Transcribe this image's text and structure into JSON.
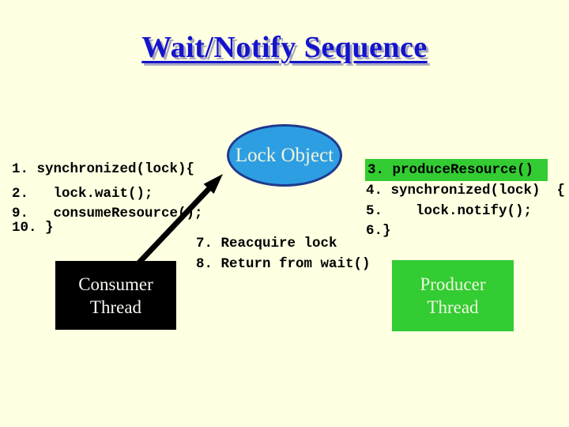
{
  "slide": {
    "title": "Wait/Notify Sequence"
  },
  "colors": {
    "background": "#FFFFE2",
    "title_blue": "#1414CC",
    "title_shadow": "#A8A8C0",
    "ellipse_fill": "#2E9EE3",
    "ellipse_border": "#1E3B8E",
    "highlight_green": "#33CC33",
    "consumer_box_black": "#000000",
    "code_text": "#000000"
  },
  "lock_object": {
    "label": "Lock Object"
  },
  "consumer_code": {
    "lines": [
      "1. synchronized(lock){",
      "2.   lock.wait();",
      "9.   consumeResource();",
      "10. }"
    ]
  },
  "producer_code": {
    "highlighted_line": "3. produceResource()",
    "lines": [
      "4. synchronized(lock)  {",
      "5.    lock.notify();",
      "6.}"
    ]
  },
  "transition_code": {
    "lines": [
      "7. Reacquire lock",
      "8. Return from wait()"
    ]
  },
  "consumer_box": {
    "label": "Consumer Thread"
  },
  "producer_box": {
    "label": "Producer Thread"
  }
}
